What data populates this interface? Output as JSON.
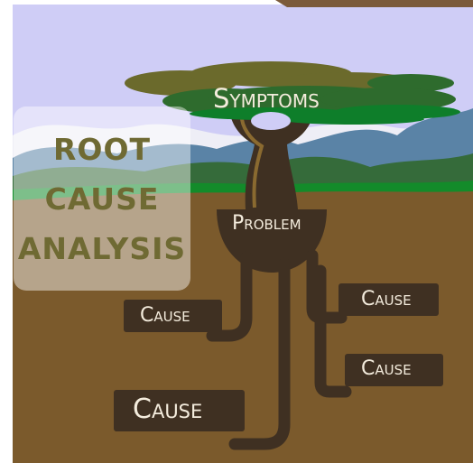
{
  "title": {
    "lines": [
      "ROOT",
      "CAUSE",
      "ANALYSIS"
    ]
  },
  "tree": {
    "crown_label": "Symptoms",
    "trunk_label": "Problem",
    "root_labels": [
      "Cause",
      "Cause",
      "Cause",
      "Cause"
    ]
  },
  "colors": {
    "sky": "#cfcdf6",
    "soil": "#7b5a2c",
    "trunk": "#3f3022",
    "crown_olive": "#6b6a2c",
    "crown_green": "#2e6b2d",
    "grass": "#138b2a",
    "label_box": "#3f3022",
    "title_text": "#6f6a33"
  }
}
